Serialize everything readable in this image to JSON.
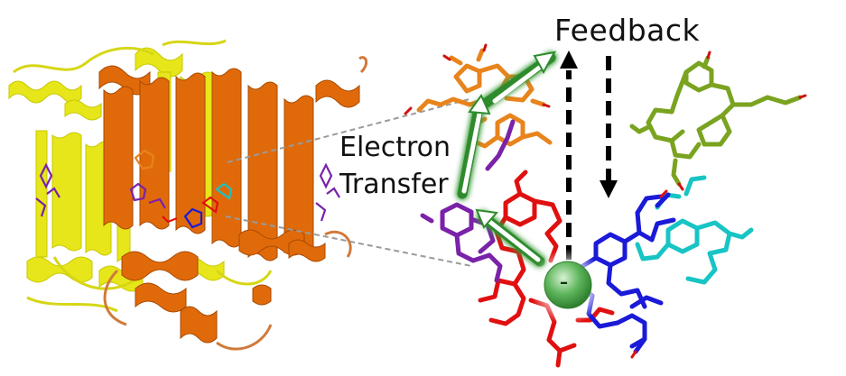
{
  "labels": {
    "feedback": "Feedback",
    "electron_line1": "Electron",
    "electron_line2": "Transfer",
    "charge": "–"
  },
  "colors": {
    "protein_yellow": "#e6e61a",
    "protein_orange": "#e06a0a",
    "cofactor_purple": "#7a22a8",
    "cofactor_cyan": "#18c4c4",
    "pigment_red": "#e01010",
    "pigment_blue": "#1a1ad8",
    "pigment_orange": "#e8841c",
    "pigment_green": "#7aa320",
    "electron_green": "#3a9a38",
    "arrow_black": "#000000"
  },
  "icons": {
    "electron_marker": "electron-sphere-icon",
    "arrows": "arrow-icon"
  }
}
